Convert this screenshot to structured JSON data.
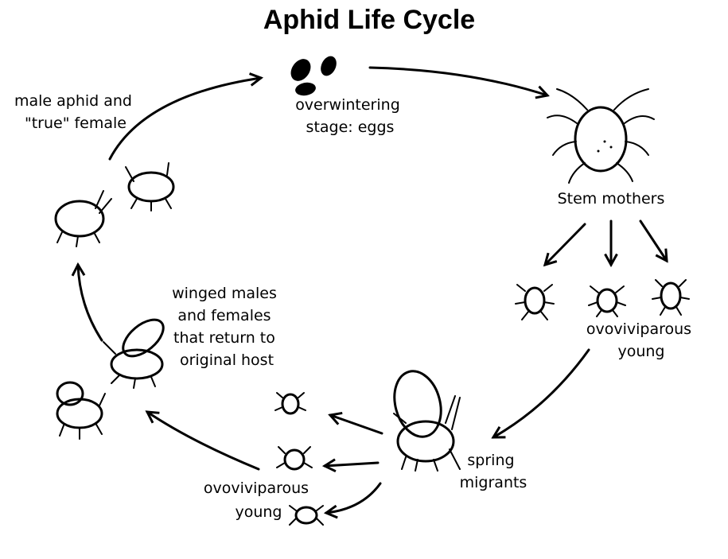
{
  "title": "Aphid Life Cycle",
  "labels": {
    "eggs": [
      "overwintering",
      "stage: eggs"
    ],
    "stem_mothers": "Stem mothers",
    "young_right": [
      "ovoviviparous",
      "young"
    ],
    "spring_migrants": [
      "spring",
      "migrants"
    ],
    "young_bottom": [
      "ovoviviparous",
      "young"
    ],
    "winged_return": [
      "winged males",
      "and females",
      "that return to",
      "original host"
    ],
    "male_female": [
      "male aphid and",
      "\"true\" female"
    ]
  }
}
